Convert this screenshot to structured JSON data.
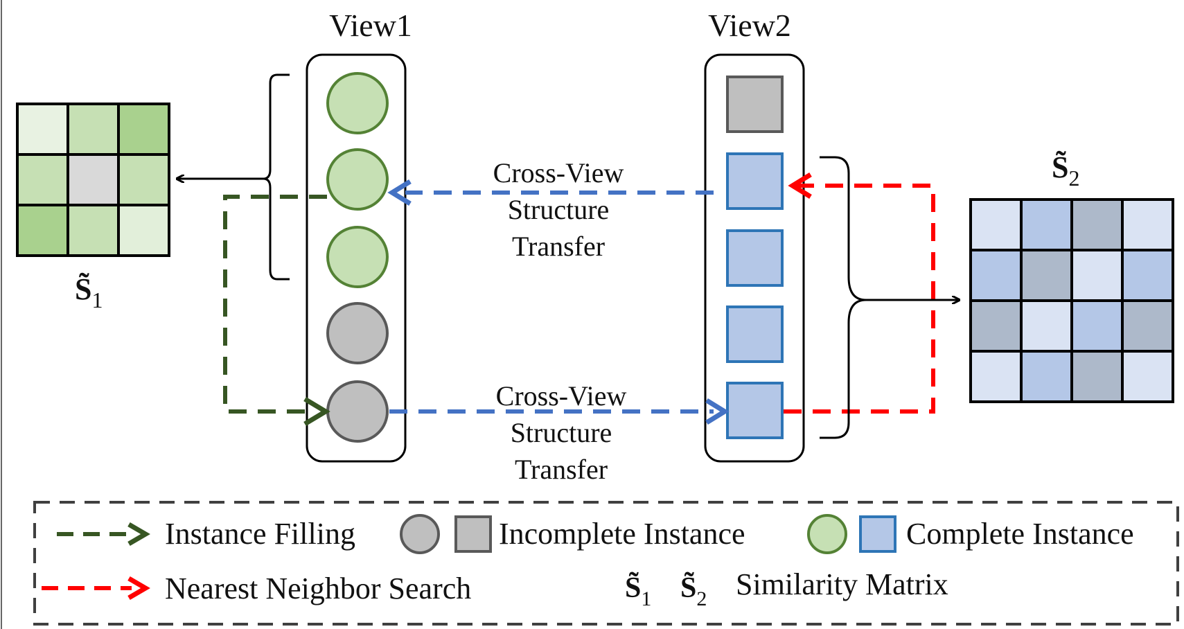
{
  "views": {
    "view1": {
      "label": "View1"
    },
    "view2": {
      "label": "View2"
    }
  },
  "transfer_labels": {
    "top": [
      "Cross-View",
      "Structure",
      "Transfer"
    ],
    "bottom": [
      "Cross-View",
      "Structure",
      "Transfer"
    ]
  },
  "matrices": {
    "s1": {
      "symbol": "S̃",
      "subscript": "1"
    },
    "s2": {
      "symbol": "S̃",
      "subscript": "2"
    }
  },
  "legend": {
    "instance_filling": "Instance Filling",
    "incomplete_instance": "Incomplete Instance",
    "complete_instance": "Complete Instance",
    "nearest_neighbor_search": "Nearest Neighbor Search",
    "similarity_matrix": "Similarity Matrix",
    "s1_symbol": "S̃",
    "s1_subscript": "1",
    "s2_symbol": "S̃",
    "s2_subscript": "2"
  },
  "colors": {
    "green_fill": "#c6e0b4",
    "green_stroke": "#548235",
    "green_arrow": "#375623",
    "gray_fill": "#bfbfbf",
    "gray_stroke": "#595959",
    "blue_fill": "#b4c7e7",
    "blue_stroke": "#2e75b6",
    "blue_arrow": "#4472c4",
    "red_arrow": "#ff0000"
  }
}
